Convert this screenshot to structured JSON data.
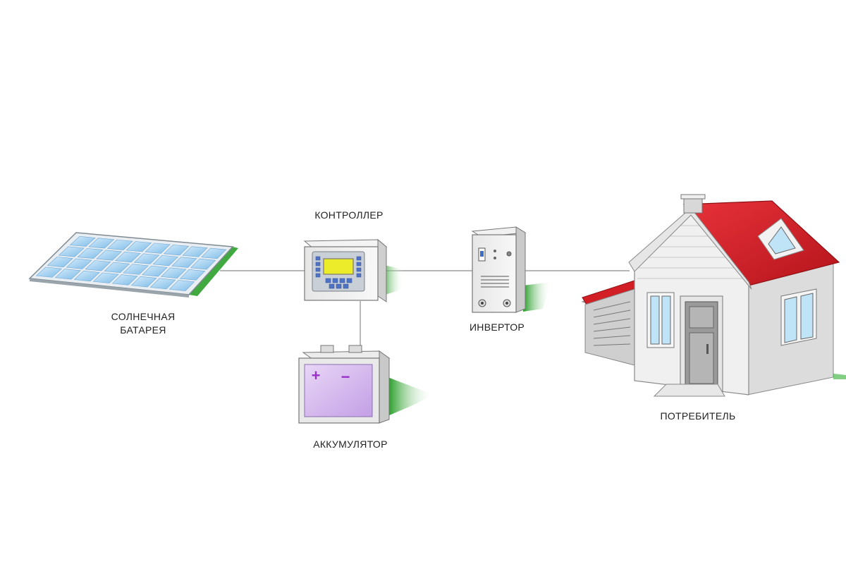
{
  "labels": {
    "solar_panel_line1": "СОЛНЕЧНАЯ",
    "solar_panel_line2": "БАТАРЕЯ",
    "controller": "КОНТРОЛЛЕР",
    "battery": "АККУМУЛЯТОР",
    "inverter": "ИНВЕРТОР",
    "consumer": "ПОТРЕБИТЕЛЬ"
  },
  "battery_signs": {
    "plus": "+",
    "minus": "−"
  },
  "colors": {
    "wire": "#8a8a8a",
    "shadow_green": "#2fae2f",
    "panel_cell": "#a9d4f2",
    "controller_screen": "#ecec2a",
    "controller_buttons": "#4f73c4",
    "battery_face": "#d6b9ee",
    "battery_signs": "#9a2fc9",
    "roof": "#d21f26",
    "window_glass": "#bfe3f7"
  }
}
